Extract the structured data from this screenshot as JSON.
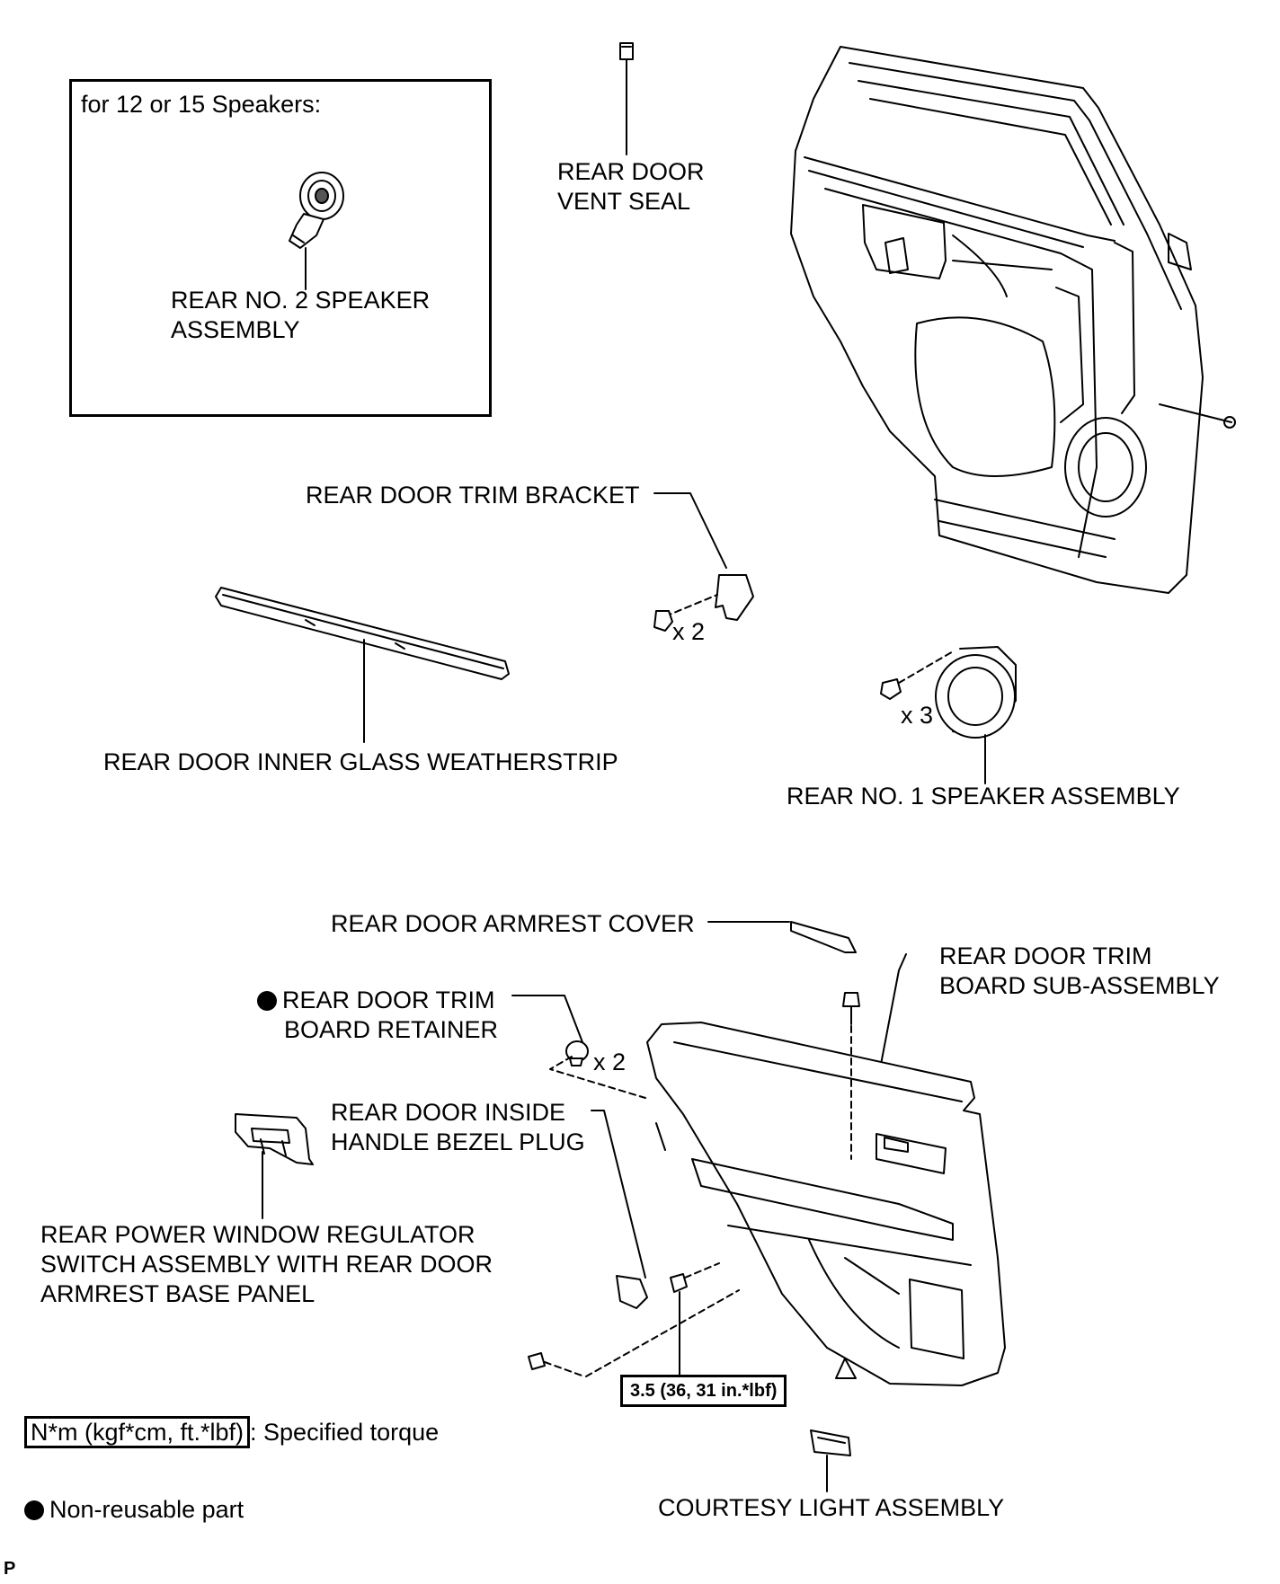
{
  "inset": {
    "title": "for 12 or 15 Speakers:"
  },
  "labels": {
    "rear_no2_speaker_l1": "REAR NO. 2 SPEAKER",
    "rear_no2_speaker_l2": "ASSEMBLY",
    "vent_seal_l1": "REAR DOOR",
    "vent_seal_l2": "VENT SEAL",
    "trim_bracket": "REAR DOOR TRIM BRACKET",
    "trim_bracket_qty": "x 2",
    "inner_weatherstrip": "REAR DOOR INNER GLASS WEATHERSTRIP",
    "no1_speaker": "REAR NO. 1 SPEAKER ASSEMBLY",
    "no1_speaker_qty": "x 3",
    "armrest_cover": "REAR DOOR ARMREST COVER",
    "trim_board_l1": "REAR DOOR TRIM",
    "trim_board_l2": "BOARD SUB-ASSEMBLY",
    "retainer_l1": "REAR DOOR TRIM",
    "retainer_l2": "BOARD RETAINER",
    "retainer_qty": "x 2",
    "bezel_plug_l1": "REAR DOOR INSIDE",
    "bezel_plug_l2": "HANDLE BEZEL PLUG",
    "window_switch_l1": "REAR POWER WINDOW REGULATOR",
    "window_switch_l2": "SWITCH ASSEMBLY WITH REAR DOOR",
    "window_switch_l3": "ARMREST BASE PANEL",
    "torque_value": "3.5 (36, 31 in.*lbf)",
    "courtesy_light": "COURTESY LIGHT ASSEMBLY"
  },
  "legend": {
    "torque_unit": "N*m (kgf*cm, ft.*lbf)",
    "torque_desc": ": Specified torque",
    "nonreusable_desc": "Non-reusable part"
  },
  "corner_mark": "P"
}
